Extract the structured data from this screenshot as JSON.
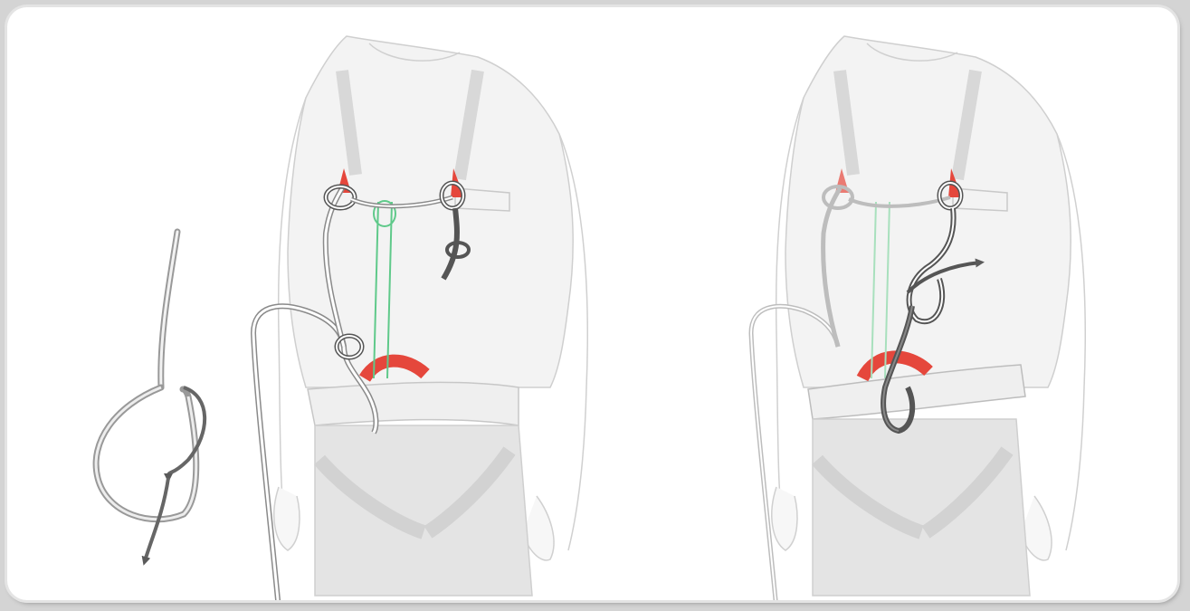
{
  "illustration": {
    "panels": [
      {
        "id": "knot-detail",
        "arrow_count": 2
      },
      {
        "id": "harness-step-1",
        "arrow_count": 0
      },
      {
        "id": "harness-step-2",
        "arrow_count": 1
      }
    ],
    "colors": {
      "background": "#ffffff",
      "frame": "#d4d4d4",
      "figure_outline": "#c8c8c8",
      "figure_fill": "#f2f2f2",
      "harness_fill": "#e2e2e2",
      "rope": "#8a8a8a",
      "rope_active": "#555555",
      "connector_red": "#e5473c",
      "sling_green": "#5fc98a",
      "arrow": "#5a5a5a"
    }
  }
}
